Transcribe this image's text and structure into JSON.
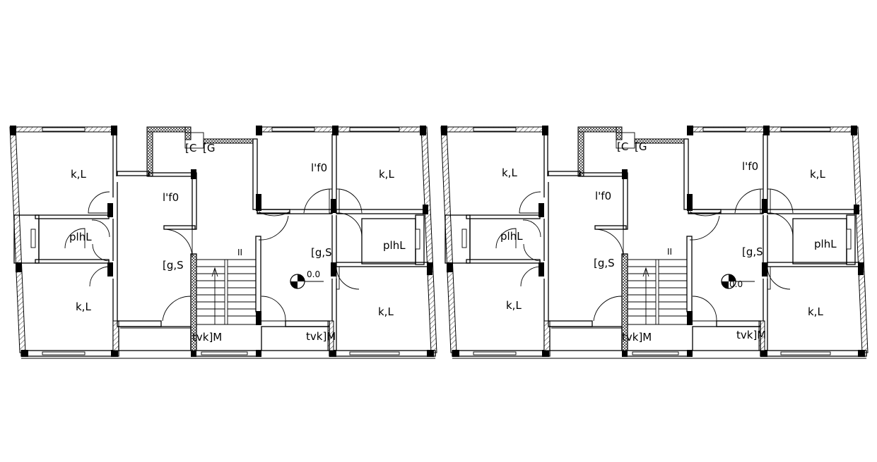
{
  "units": [
    {
      "name": "unit-left",
      "labels": {
        "bed_tl": "k,L",
        "bed_bl": "k,L",
        "bed_tr": "k,L",
        "bed_br": "k,L",
        "bath_l": "plhL",
        "bath_r": "plhL",
        "kitchen_l": "l'f0",
        "kitchen_r": "l'f0",
        "living_l": "[g,S",
        "living_r": "[g,S",
        "balcony_l": "tvk]M",
        "balcony_r": "tvk]M",
        "wc_top": "[C",
        "wc_top2": "[G",
        "level": "0.0",
        "stair": "II"
      }
    },
    {
      "name": "unit-right",
      "labels": {
        "bed_tl": "k,L",
        "bed_bl": "k,L",
        "bed_tr": "k,L",
        "bed_br": "k,L",
        "bath_l": "plhL",
        "bath_r": "plhL",
        "kitchen_l": "l'f0",
        "kitchen_r": "l'f0",
        "living_l": "[g,S",
        "living_r": "[g,S",
        "balcony_l": "tvk]M",
        "balcony_r": "tvk]M",
        "wc_top": "[C",
        "wc_top2": "[G",
        "level": "0.0",
        "stair": "II"
      }
    }
  ]
}
